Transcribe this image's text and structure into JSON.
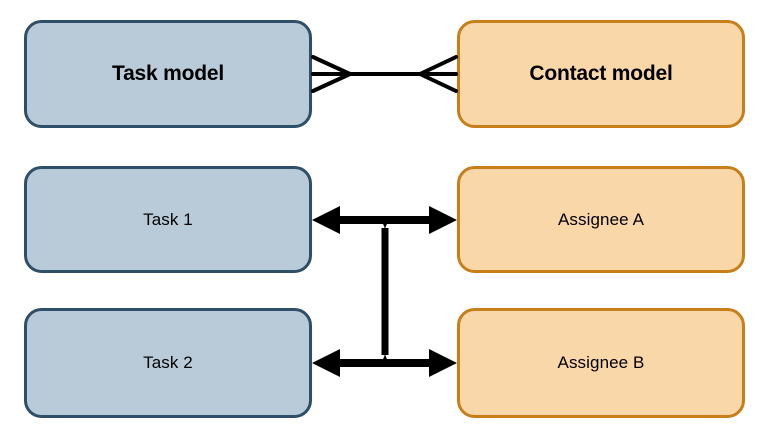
{
  "diagram": {
    "type": "entity-relationship",
    "background_color": "#ffffff",
    "palette": {
      "blue_fill": "#b9cbd9",
      "blue_border": "#2d4f68",
      "orange_fill": "#fad7a8",
      "orange_border": "#c77f1a",
      "connector_color": "#000000",
      "text_color": "#000000"
    },
    "nodes": [
      {
        "id": "task-model",
        "label": "Task model",
        "side": "left",
        "style": "blue",
        "row": 1
      },
      {
        "id": "contact-model",
        "label": "Contact model",
        "side": "right",
        "style": "orange",
        "row": 1
      },
      {
        "id": "task-1",
        "label": "Task 1",
        "side": "left",
        "style": "blue",
        "row": 2
      },
      {
        "id": "assignee-a",
        "label": "Assignee A",
        "side": "right",
        "style": "orange",
        "row": 2
      },
      {
        "id": "task-2",
        "label": "Task 2",
        "side": "left",
        "style": "blue",
        "row": 3
      },
      {
        "id": "assignee-b",
        "label": "Assignee B",
        "side": "right",
        "style": "orange",
        "row": 3
      }
    ],
    "connectors": [
      {
        "id": "model-relationship",
        "from": "task-model",
        "to": "contact-model",
        "notation": "crows-foot",
        "cardinality": "many-to-many",
        "start_marker": "crows-foot",
        "end_marker": "crows-foot"
      },
      {
        "id": "task1-assignee-a-link",
        "from": "task-1",
        "to": "assignee-a",
        "notation": "double-arrow",
        "start_marker": "arrow",
        "end_marker": "arrow"
      },
      {
        "id": "task2-assignee-b-link",
        "from": "task-2",
        "to": "assignee-b",
        "notation": "double-arrow",
        "start_marker": "arrow",
        "end_marker": "arrow"
      },
      {
        "id": "instance-join-line",
        "notation": "vertical-junction",
        "joins": [
          "task1-assignee-a-link",
          "task2-assignee-b-link"
        ]
      }
    ]
  }
}
